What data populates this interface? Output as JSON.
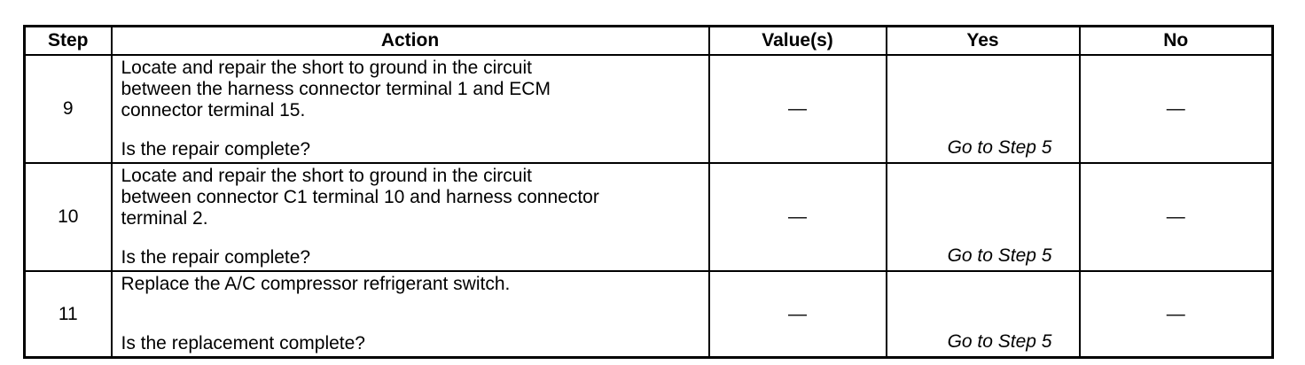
{
  "table": {
    "headers": {
      "step": "Step",
      "action": "Action",
      "values": "Value(s)",
      "yes": "Yes",
      "no": "No"
    },
    "rows": [
      {
        "step": "9",
        "action_lines": [
          "Locate and repair the short to ground in the circuit",
          "between the harness connector terminal 1 and ECM",
          "connector terminal 15."
        ],
        "question": "Is the repair complete?",
        "value": "—",
        "yes": "Go to Step 5",
        "no": "—"
      },
      {
        "step": "10",
        "action_lines": [
          "Locate and repair the short to ground in the circuit",
          "between connector C1 terminal 10 and harness connector",
          "terminal 2."
        ],
        "question": "Is the repair complete?",
        "value": "—",
        "yes": "Go to Step 5",
        "no": "—"
      },
      {
        "step": "11",
        "action_lines": [
          "Replace the A/C compressor refrigerant switch."
        ],
        "question": "Is the replacement complete?",
        "value": "—",
        "yes": "Go to Step 5",
        "no": "—"
      }
    ]
  }
}
